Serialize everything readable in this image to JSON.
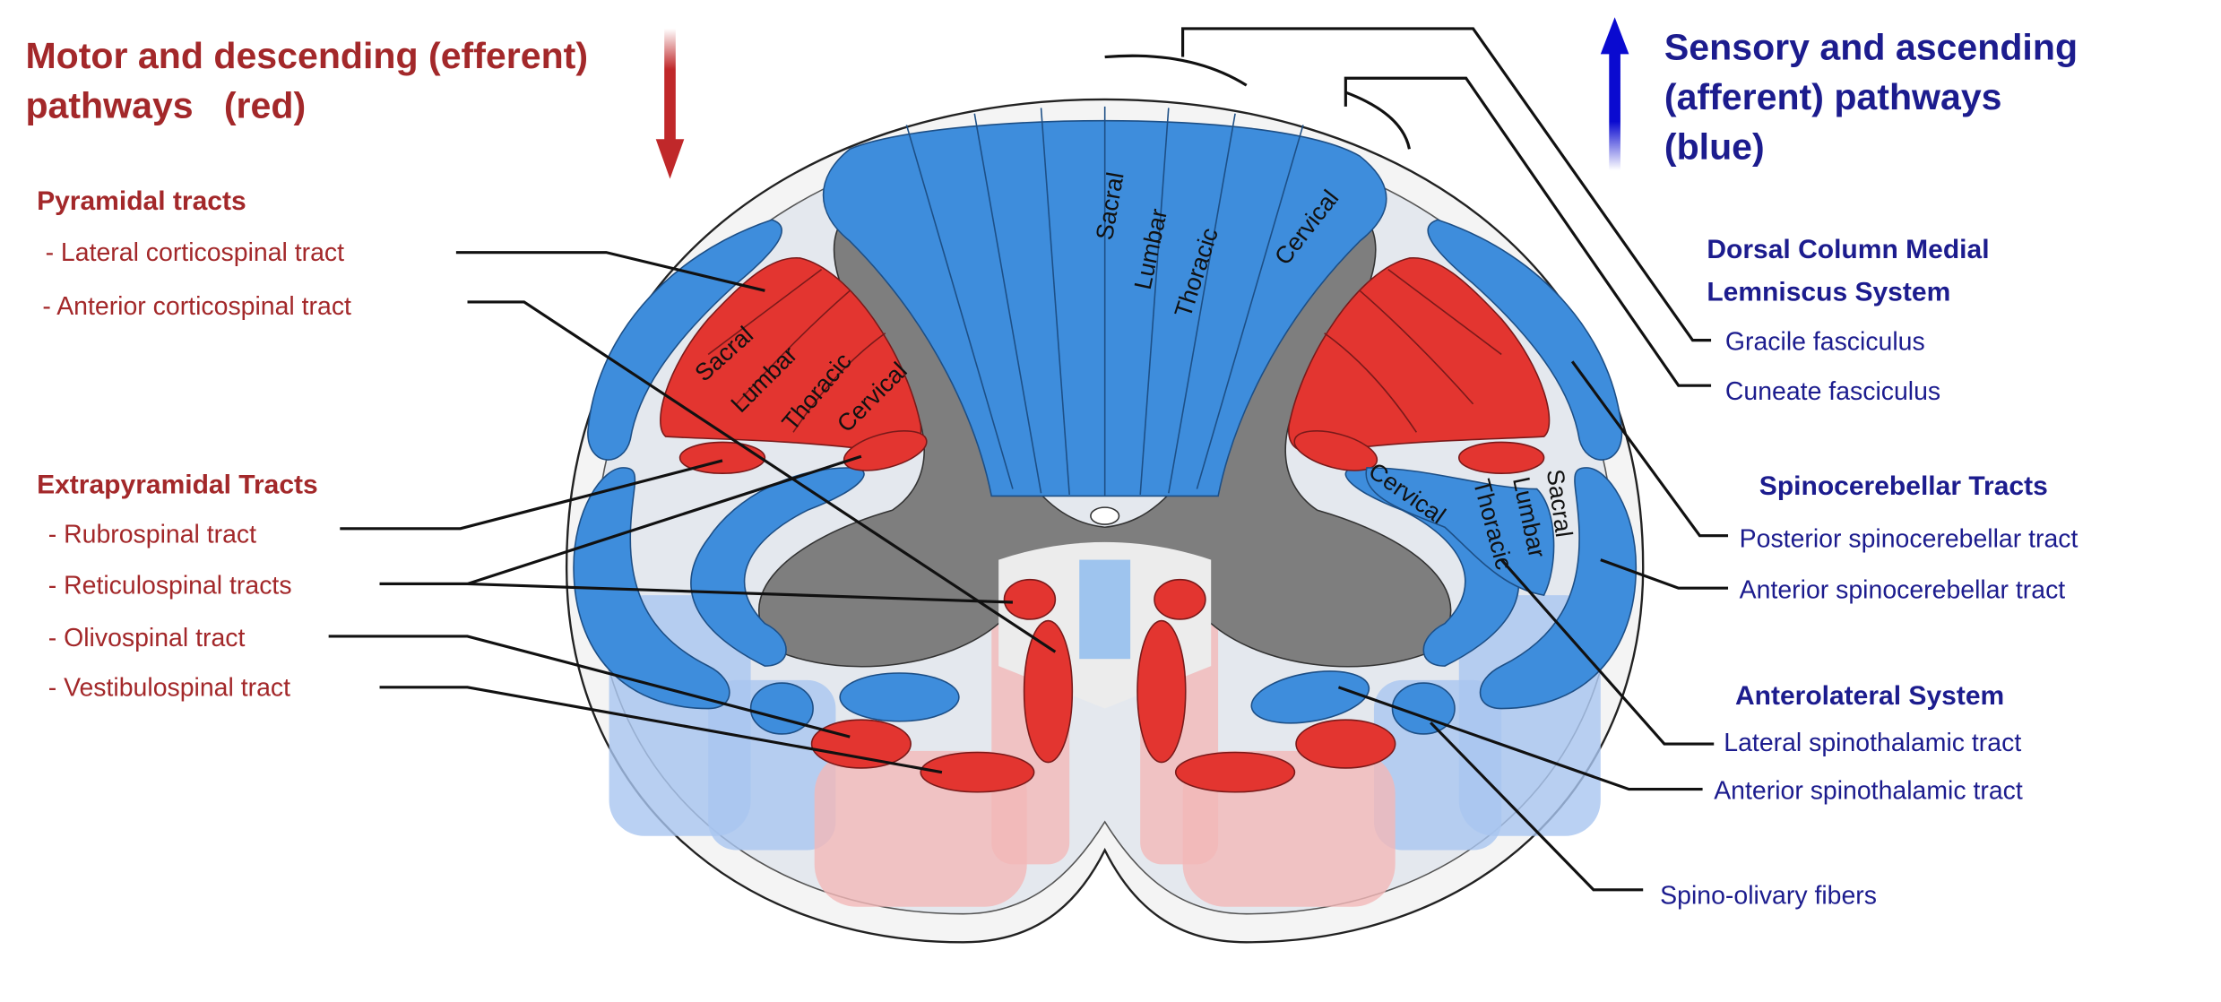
{
  "efferent": {
    "title_line1": "Motor and descending (efferent)",
    "title_line2": "pathways   (red)",
    "pyramidal": {
      "heading": "Pyramidal tracts",
      "items": [
        "- Lateral corticospinal tract",
        "- Anterior corticospinal tract"
      ]
    },
    "extrapyramidal": {
      "heading": "Extrapyramidal Tracts",
      "items": [
        "- Rubrospinal tract",
        "- Reticulospinal tracts",
        "- Olivospinal tract",
        "- Vestibulospinal tract"
      ]
    }
  },
  "afferent": {
    "title_line1": "Sensory and ascending",
    "title_line2": "(afferent) pathways",
    "title_line3": "(blue)",
    "dcml": {
      "heading_line1": "Dorsal Column Medial",
      "heading_line2": "Lemniscus System",
      "items": [
        "Gracile fasciculus",
        "Cuneate fasciculus"
      ]
    },
    "spinocerebellar": {
      "heading": "Spinocerebellar Tracts",
      "items": [
        "Posterior spinocerebellar tract",
        "Anterior spinocerebellar tract"
      ]
    },
    "anterolateral": {
      "heading": "Anterolateral System",
      "items": [
        "Lateral spinothalamic tract",
        "Anterior spinothalamic tract"
      ]
    },
    "other": [
      "Spino-olivary fibers"
    ]
  },
  "segments": [
    "Sacral",
    "Lumbar",
    "Thoracic",
    "Cervical"
  ],
  "colors": {
    "efferent": "#a3282a",
    "afferent": "#1c1c8e",
    "motor_tract": "#e33530",
    "sensory_tract": "#3e8ddc",
    "gray_matter": "#808080"
  }
}
